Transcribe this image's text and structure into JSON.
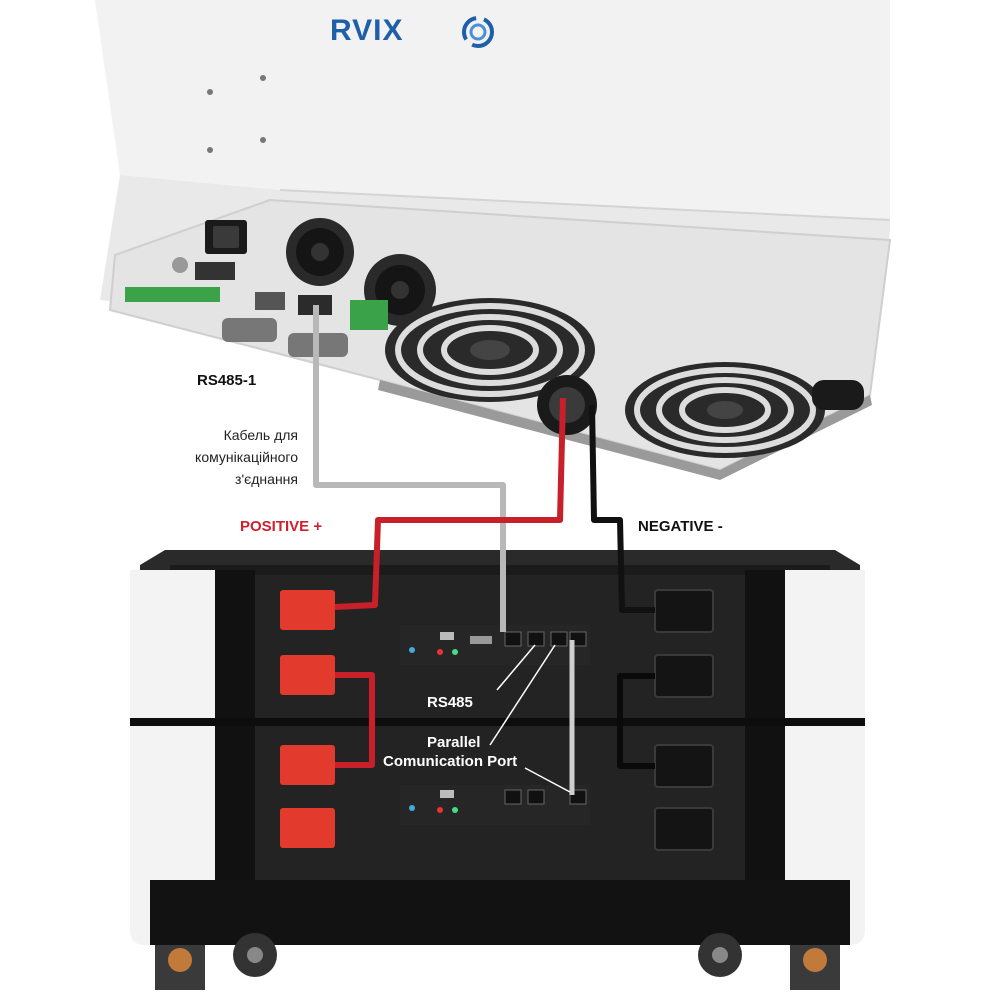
{
  "brand": {
    "name": "RVIX"
  },
  "labels": {
    "rs485_1": "RS485-1",
    "cable_line1": "Кабель для",
    "cable_line2": "комунікаційного",
    "cable_line3": "з'єднання",
    "positive": "POSITIVE +",
    "negative": "NEGATIVE -",
    "rs485": "RS485",
    "parallel_line1": "Parallel",
    "parallel_line2": "Comunication Port"
  },
  "colors": {
    "positive_cable": "#c8202b",
    "negative_cable": "#111111",
    "comm_cable": "#b8b8b8",
    "terminal_red": "#e23b2e",
    "brand_blue": "#1f5ea8"
  },
  "icons": {
    "brand_logo": "circular-arrows-logo",
    "fan": "fan-grille",
    "power_switch": "rocker-switch"
  }
}
